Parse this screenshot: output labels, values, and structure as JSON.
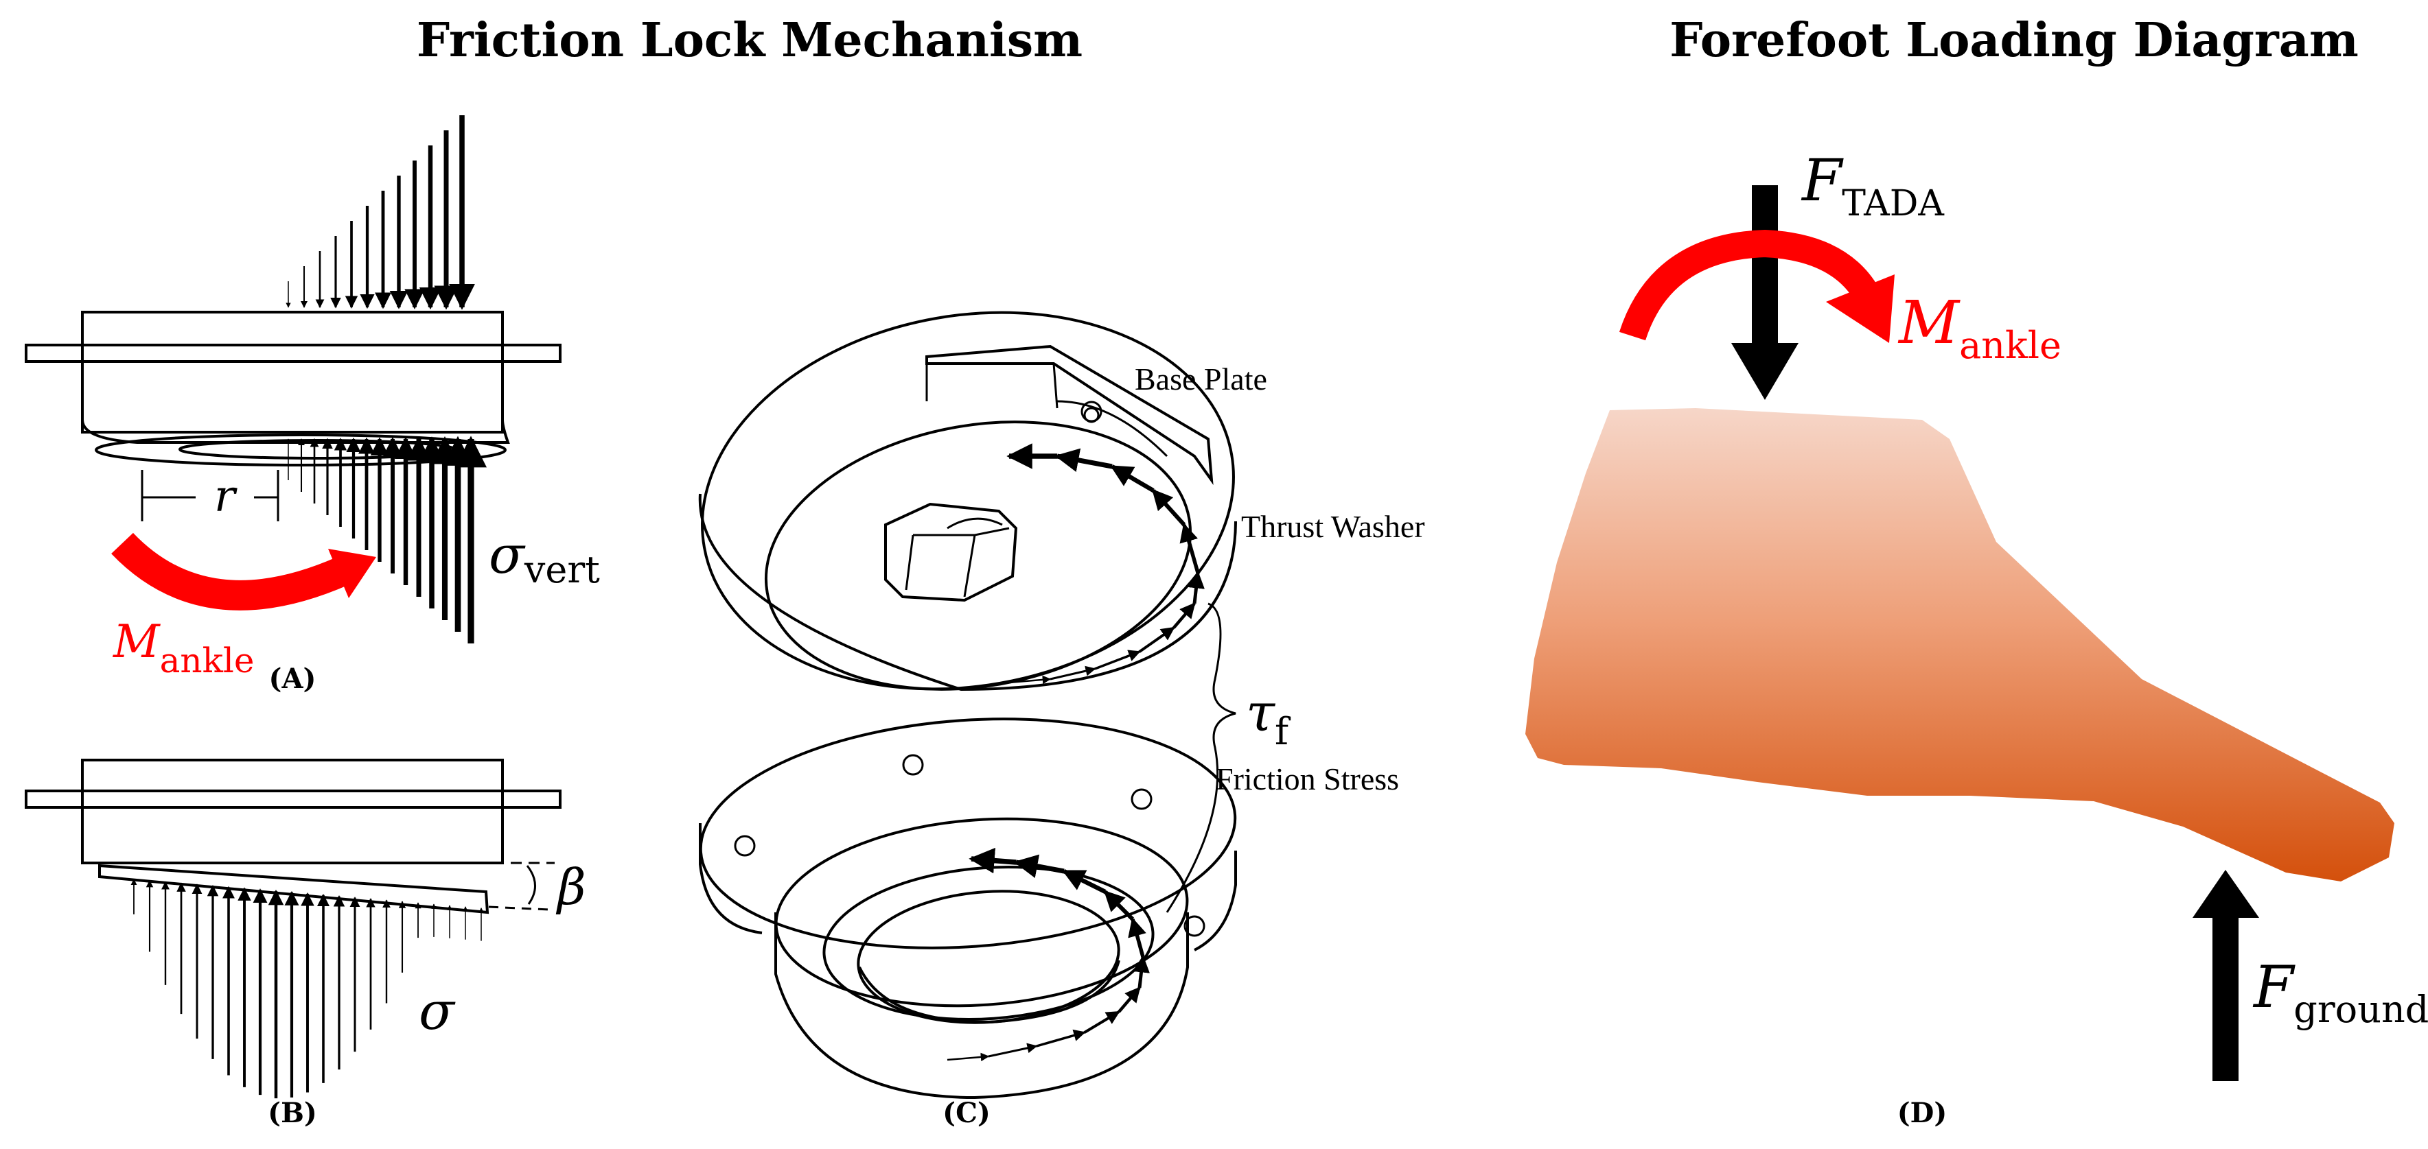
{
  "titles": {
    "left": "Friction Lock Mechanism",
    "right": "Forefoot Loading Diagram"
  },
  "panels": {
    "a": "(A)",
    "b": "(B)",
    "c": "(C)",
    "d": "(D)"
  },
  "symbols": {
    "r": "r",
    "sigma_vert_main": "σ",
    "sigma_vert_sub": "vert",
    "m_main": "M",
    "m_sub": "ankle",
    "beta": "β",
    "sigma": "σ",
    "tau_main": "τ",
    "tau_sub": "f",
    "f_tada_main": "F",
    "f_tada_sub": "TADA",
    "f_ground_main": "F",
    "f_ground_sub": "ground"
  },
  "parts": {
    "base_plate": "Base Plate",
    "thrust_washer": "Thrust Washer",
    "friction_stress": "Friction Stress"
  },
  "colors": {
    "moment": "#ff0000",
    "foot_top": "#f6d0c0",
    "foot_bottom": "#d94e0e"
  }
}
